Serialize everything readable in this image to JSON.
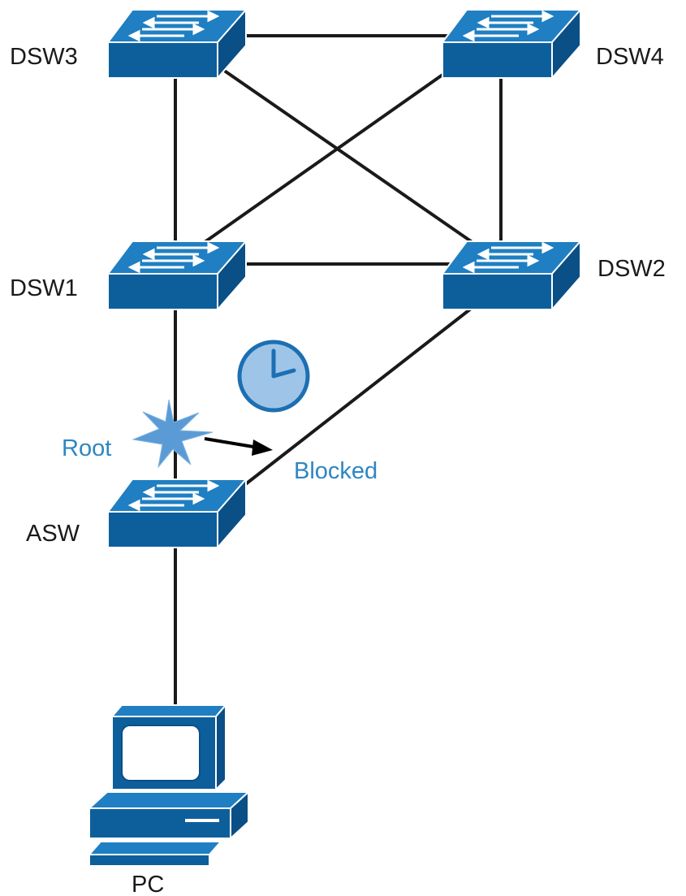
{
  "nodes": {
    "dsw3": "DSW3",
    "dsw4": "DSW4",
    "dsw1": "DSW1",
    "dsw2": "DSW2",
    "asw": "ASW",
    "pc": "PC"
  },
  "annotations": {
    "root": "Root",
    "blocked": "Blocked"
  },
  "icons": {
    "switch": "switch-icon",
    "pc": "pc-icon",
    "clock": "clock-icon",
    "root_burst": "starburst-icon"
  },
  "colors": {
    "switch_top": "#1f7fc2",
    "switch_front": "#0d5f9c",
    "switch_side": "#0a4f86",
    "annotation_blue": "#2e86c1",
    "clock_fill": "#9ec5e8",
    "clock_stroke": "#1c6fb2",
    "burst": "#5b9bd5"
  }
}
